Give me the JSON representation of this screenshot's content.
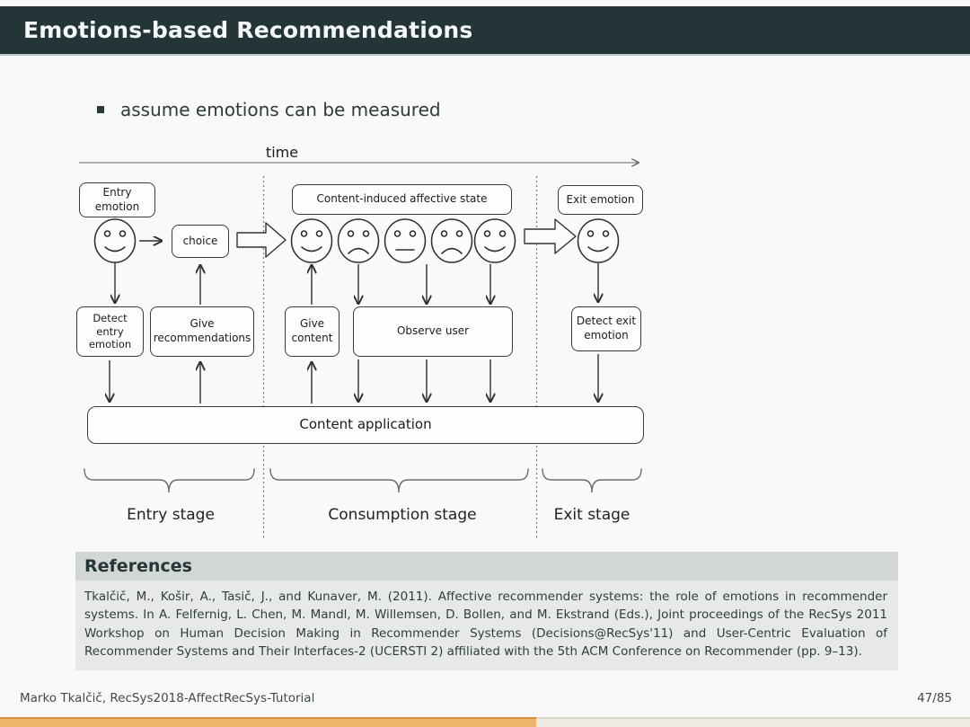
{
  "header": {
    "title": "Emotions-based Recommendations"
  },
  "bullet": {
    "text": "assume emotions can be measured"
  },
  "diagram": {
    "time_label": "time",
    "boxes": {
      "entry_emotion": "Entry emotion",
      "choice": "choice",
      "content_induced": "Content-induced affective state",
      "exit_emotion": "Exit emotion",
      "detect_entry": "Detect entry emotion",
      "give_recommendations": "Give recommendations",
      "give_content": "Give content",
      "observe_user": "Observe user",
      "detect_exit": "Detect exit emotion",
      "content_application": "Content application"
    },
    "stages": {
      "entry": "Entry stage",
      "consumption": "Consumption stage",
      "exit": "Exit stage"
    },
    "faces": [
      "happy",
      "happy",
      "sad",
      "neutral",
      "sad",
      "happy",
      "happy"
    ]
  },
  "references": {
    "title": "References",
    "text": "Tkalčič, M., Košir, A., Tasič, J., and Kunaver, M. (2011). Affective recommender systems: the role of emotions in recommender systems. In A. Felfernig, L. Chen, M. Mandl, M. Willemsen, D. Bollen, and M. Ekstrand (Eds.), Joint proceedings of the RecSys 2011 Workshop on Human Decision Making in Recommender Systems (Decisions@RecSys'11) and User-Centric Evaluation of Recommender Systems and Their Interfaces-2 (UCERSTI 2) affiliated with the 5th ACM Conference on Recommender (pp. 9–13)."
  },
  "footer": {
    "author": "Marko Tkalčič, RecSys2018-AffectRecSys-Tutorial",
    "page": "47/85",
    "progress_width": "55.3%"
  },
  "colors": {
    "header_bg": "#233537",
    "accent_orange": "#cf8f3b",
    "references_header_bg": "#d2d7d5",
    "references_body_bg": "#e6e9e8"
  }
}
